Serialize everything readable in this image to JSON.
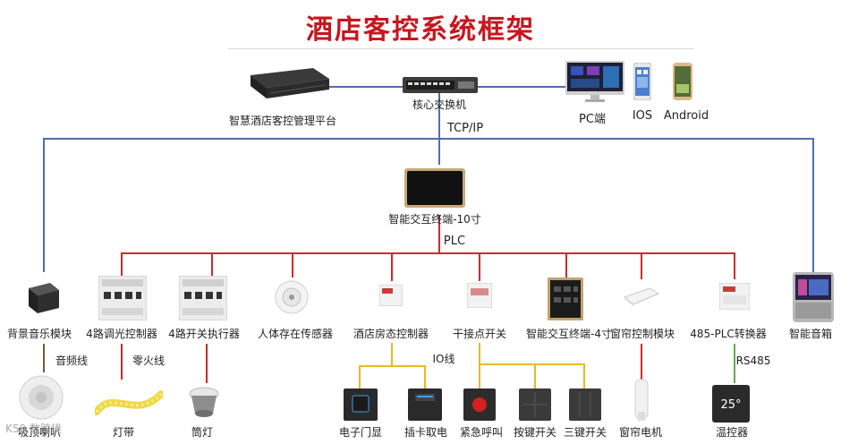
{
  "title": "酒店客控系统框架",
  "top": {
    "platform": "智慧酒店客控管理平台",
    "switch": "核心交换机",
    "pc": "PC端",
    "ios": "IOS",
    "android": "Android",
    "network": "TCP/IP"
  },
  "terminal": "智能交互终端-10寸",
  "bus": "PLC",
  "devices": [
    "背景音乐模块",
    "4路调光控制器",
    "4路开关执行器",
    "人体存在传感器",
    "酒店房态控制器",
    "干接点开关",
    "智能交互终端-4寸",
    "窗帘控制模块",
    "485-PLC转换器",
    "智能音箱"
  ],
  "links": {
    "audio": "音频线",
    "fire": "零火线",
    "io": "IO线",
    "rs485": "RS485"
  },
  "bottom": [
    "吸顶喇叭",
    "灯带",
    "筒灯",
    "电子门显",
    "插卡取电",
    "紧急呼叫",
    "按键开关",
    "三键开关",
    "窗帘电机",
    "温控器"
  ],
  "watermark": "K50 数跨境",
  "colors": {
    "title": "#c8161d",
    "network": "#4f6fa8",
    "plc": "#cf2a2a",
    "audio": "#7a5a3a",
    "rs485": "#5fae4f",
    "io": "#e8b923"
  }
}
